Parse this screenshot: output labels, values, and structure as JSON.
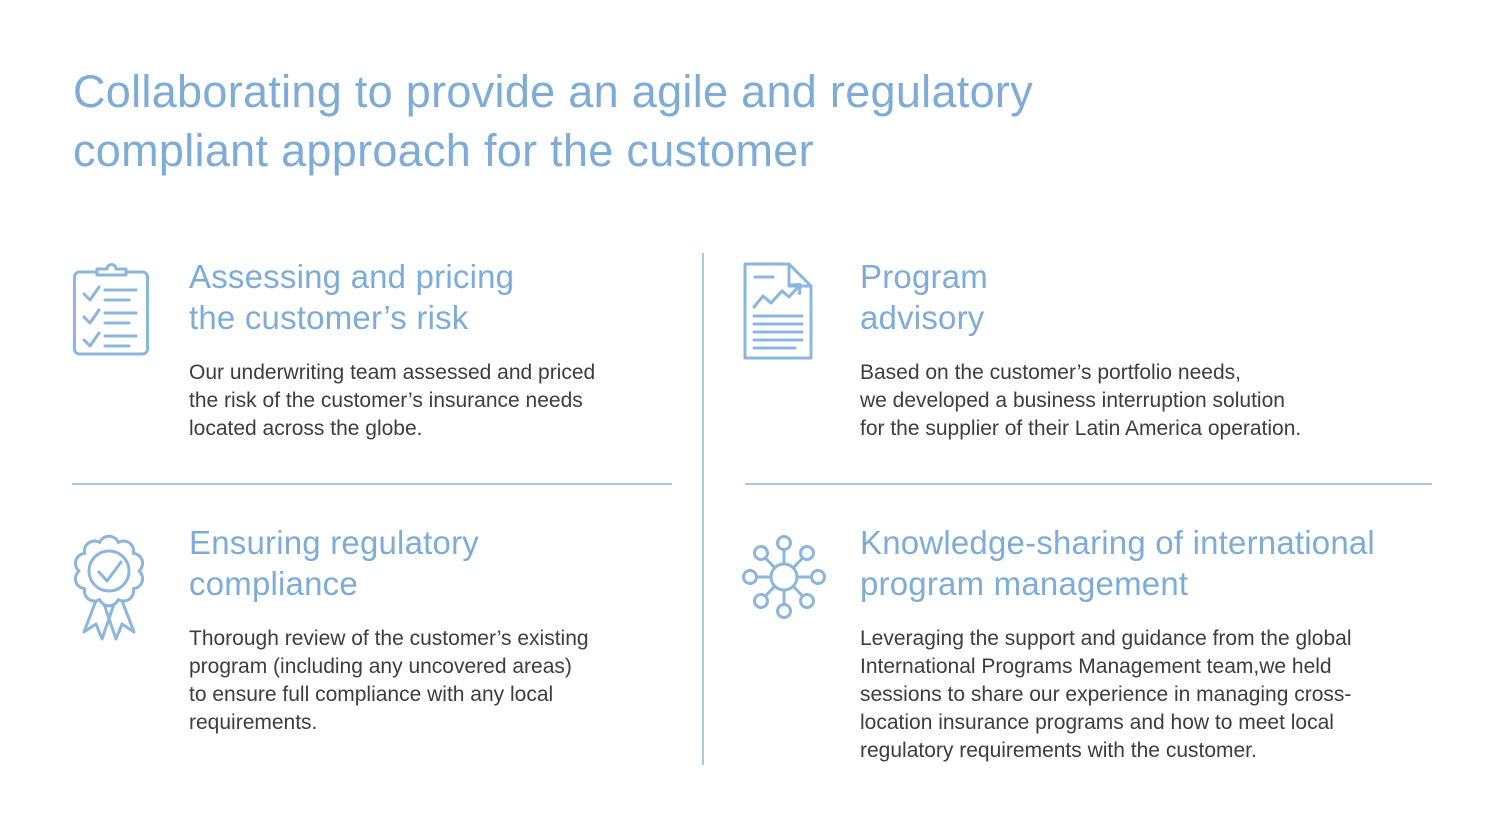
{
  "title": "Collaborating to provide an agile and regulatory\ncompliant approach for the customer",
  "colors": {
    "accent_blue": "#7dacd8",
    "icon_blue": "#8cb6dd",
    "body_text": "#3d3d3d",
    "divider_blue": "#abc9e2",
    "background": "#ffffff"
  },
  "cards": [
    {
      "icon": "checklist-clipboard-icon",
      "heading": "Assessing and pricing\nthe customer’s risk",
      "body": "Our underwriting team assessed and priced\nthe risk of the customer’s insurance needs\nlocated across the globe."
    },
    {
      "icon": "report-chart-document-icon",
      "heading": "Program\nadvisory",
      "body": "Based on the customer’s portfolio needs,\nwe developed a business interruption solution\nfor the supplier of their Latin America operation."
    },
    {
      "icon": "award-ribbon-check-icon",
      "heading": "Ensuring regulatory\ncompliance",
      "body": "Thorough review of the customer’s existing\nprogram (including any uncovered areas)\nto ensure full compliance with any local\nrequirements."
    },
    {
      "icon": "network-hub-icon",
      "heading": "Knowledge-sharing of international\nprogram management",
      "body": "Leveraging the support and guidance from the global\nInternational Programs Management team,we held\nsessions to share our experience in managing cross-\nlocation insurance programs and how to meet local\nregulatory requirements with the customer."
    }
  ]
}
